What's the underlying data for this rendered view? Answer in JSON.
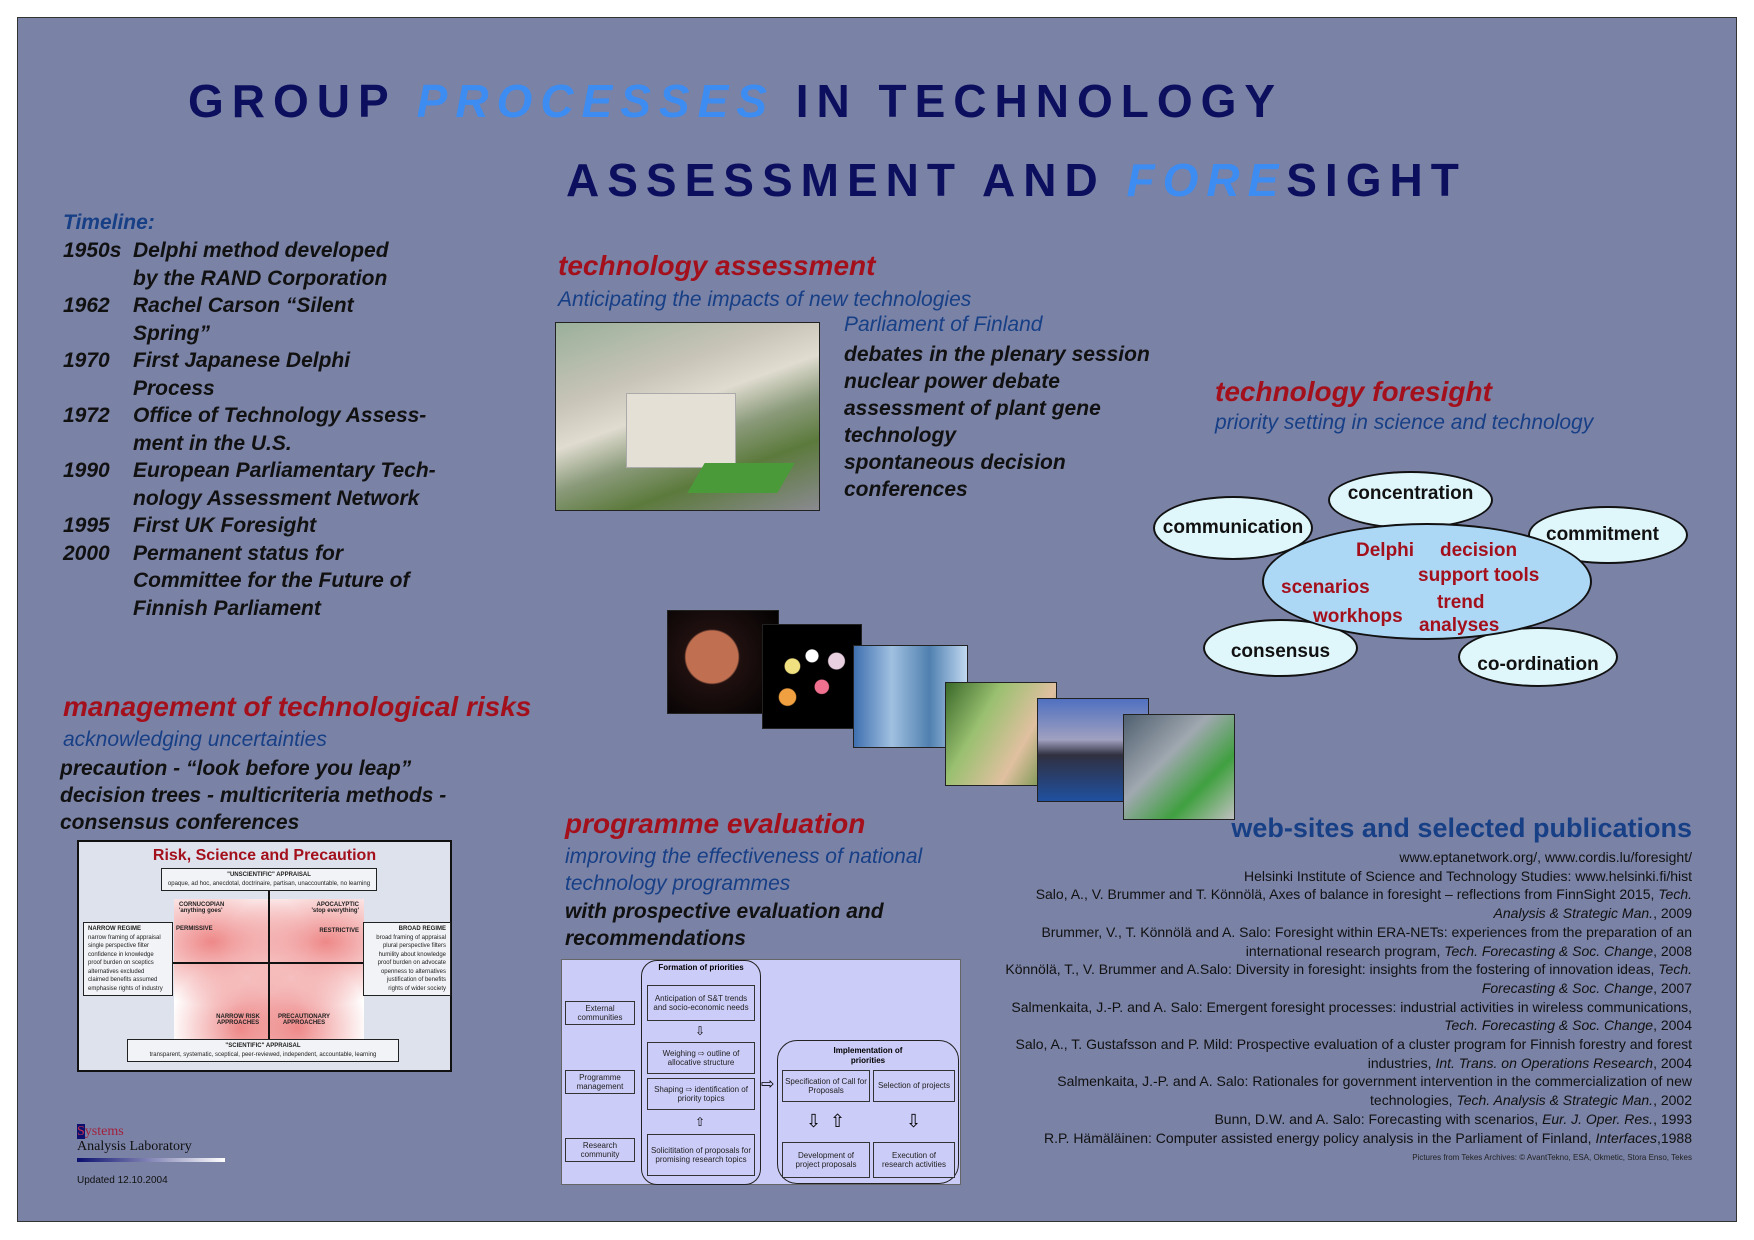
{
  "title": {
    "line1_a": "GROUP ",
    "line1_hl": "PROCESSES",
    "line1_b": " IN TECHNOLOGY",
    "line2_a": "ASSESSMENT AND ",
    "line2_hl": "FORE",
    "line2_b": "SIGHT"
  },
  "timeline": {
    "heading": "Timeline:",
    "items": [
      {
        "year": "1950s",
        "text": "Delphi method developed",
        "cont": "by the RAND Corporation"
      },
      {
        "year": "1962",
        "text": "Rachel Carson “Silent",
        "cont": "Spring”"
      },
      {
        "year": "1970",
        "text": "First Japanese Delphi",
        "cont": "Process"
      },
      {
        "year": "1972",
        "text": "Office of Technology Assess-",
        "cont": "ment in the U.S."
      },
      {
        "year": "1990",
        "text": "European Parliamentary Tech-",
        "cont": "nology Assessment Network"
      },
      {
        "year": "1995",
        "text": "First UK Foresight"
      },
      {
        "year": "2000",
        "text": "Permanent status for",
        "cont": "Committee for the Future of",
        "cont2": "Finnish Parliament"
      }
    ]
  },
  "ta": {
    "heading": "technology assessment",
    "subtitle": "Anticipating the impacts of new technologies",
    "parliament": "Parliament of Finland",
    "items": [
      "debates in the plenary session",
      "nuclear power debate",
      "assessment of plant gene",
      "technology",
      "spontaneous decision",
      "conferences"
    ]
  },
  "tf": {
    "heading": "technology foresight",
    "subtitle": "priority setting in science and technology",
    "outer": [
      "concentration",
      "communication",
      "commitment",
      "consensus",
      "co-ordination"
    ],
    "inner": [
      "Delphi",
      "decision",
      "support tools",
      "scenarios",
      "trend",
      "workhops",
      "analyses"
    ]
  },
  "risk": {
    "heading": "management of technological risks",
    "subtitle": "acknowledging uncertainties",
    "items": [
      "precaution - “look before you leap”",
      "decision trees - multicriteria methods -",
      "consensus conferences"
    ],
    "diagram": {
      "title": "Risk, Science and Precaution",
      "top_title": "\"UNSCIENTIFIC\" APPRAISAL",
      "top_text": "opaque, ad hoc, anecdotal, doctrinaire, partisan, unaccountable, no learning",
      "bottom_title": "\"SCIENTIFIC\" APPRAISAL",
      "bottom_text": "transparent, systematic, sceptical, peer-reviewed, independent, accountable, learning",
      "left_title": "NARROW REGIME",
      "left_text": [
        "narrow framing of appraisal",
        "single perspective filter",
        "confidence in knowledge",
        "proof burden on sceptics",
        "alternatives excluded",
        "claimed benefits assumed",
        "emphasise rights of industry"
      ],
      "right_title": "BROAD REGIME",
      "right_text": [
        "broad framing of appraisal",
        "plural perspective filters",
        "humility about knowledge",
        "proof burden on advocate",
        "openness to alternatives",
        "justification of benefits",
        "rights of wider society"
      ],
      "q_tl": "CORNUCOPIAN 'anything goes'",
      "q_tl2": "PERMISSIVE",
      "q_tr": "APOCALYPTIC 'stop everything'",
      "q_tr2": "RESTRICTIVE",
      "q_bl": "NARROW RISK APPROACHES",
      "q_br": "PRECAUTIONARY APPROACHES"
    }
  },
  "pe": {
    "heading": "programme evaluation",
    "subtitle1": "improving the effectiveness of national",
    "subtitle2": "technology programmes",
    "text1": "with prospective evaluation and",
    "text2": "recommendations",
    "diagram": {
      "actors": [
        "External communities",
        "Programme management",
        "Research community"
      ],
      "formation_title": "Formation of priorities",
      "formation_boxes": [
        "Anticipation of S&T trends and socio-economic needs",
        "Weighing ⇨ outline of allocative structure",
        "Shaping ⇨ identification of priority topics",
        "Solicititation of proposals for promising research topics"
      ],
      "impl_title": "Implementation of priorities",
      "impl_boxes": [
        "Specification of Call for Proposals",
        "Selection of projects",
        "Development of project proposals",
        "Execution of research activities"
      ]
    }
  },
  "web": {
    "heading": "web-sites and selected publications",
    "refs": [
      {
        "a": "www.eptanetwork.org/, www.cordis.lu/foresight/"
      },
      {
        "a": "Helsinki Institute of Science and Technology Studies: www.helsinki.fi/hist"
      },
      {
        "a": "Salo, A., V. Brummer and T. Könnölä, Axes of balance in foresight – reflections from FinnSight 2015,",
        "j": "Tech. Analysis & Strategic Man.",
        "y": ", 2009"
      },
      {
        "a": "Brummer, V., T. Könnölä and A. Salo: Foresight within ERA-NETs: experiences from the preparation of an international research program,",
        "j": "Tech. Forecasting & Soc. Change",
        "y": ", 2008"
      },
      {
        "a": "Könnölä, T., V. Brummer and A.Salo: Diversity in foresight: insights from the fostering of innovation ideas,",
        "j": "Tech. Forecasting & Soc. Change",
        "y": ", 2007"
      },
      {
        "a": "Salmenkaita, J.-P. and A. Salo: Emergent foresight processes: industrial activities in wireless communications,",
        "j": "Tech. Forecasting & Soc. Change",
        "y": ", 2004"
      },
      {
        "a": "Salo, A., T. Gustafsson and P. Mild: Prospective evaluation of a cluster program for Finnish forestry and forest industries,",
        "j": "Int. Trans. on Operations Research",
        "y": ", 2004"
      },
      {
        "a": "Salmenkaita, J.-P. and A. Salo: Rationales for government intervention in the commercialization of new technologies,",
        "j": "Tech. Analysis & Strategic Man.",
        "y": ", 2002"
      },
      {
        "a": "Bunn, D.W. and A. Salo: Forecasting with scenarios,",
        "j": "Eur. J. Oper. Res.",
        "y": ", 1993"
      },
      {
        "a": "R.P. Hämäläinen: Computer assisted energy policy analysis in the Parliament of Finland,",
        "j": "Interfaces",
        "y": ",1988"
      }
    ],
    "credits": "Pictures from Tekes Archives: © AvantTekno, ESA, Okmetic, Stora Enso, Tekes"
  },
  "logo": {
    "s": "S",
    "ystems": "ystems",
    "lab": "Analysis Laboratory"
  },
  "updated": "Updated 12.10.2004",
  "colors": {
    "background": "#7a82a6",
    "title": "#0b0f5e",
    "highlight": "#3c8cf2",
    "red": "#a3101c",
    "subtitle": "#173f86"
  }
}
